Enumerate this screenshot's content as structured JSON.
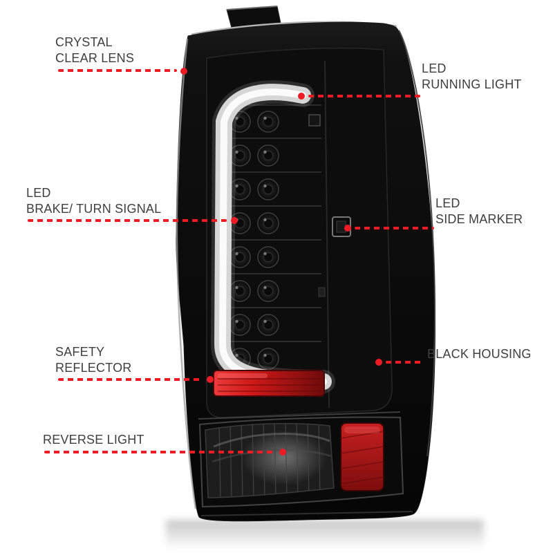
{
  "colors": {
    "accent": "#ed1c24",
    "label_text": "#3e3e3e",
    "housing_black": "#0c0c0c",
    "reflector_red": "#c01515"
  },
  "callouts": [
    {
      "id": "crystal-clear-lens",
      "side": "left",
      "lines": [
        "CRYSTAL",
        "CLEAR LENS"
      ]
    },
    {
      "id": "led-running-light",
      "side": "right",
      "lines": [
        "LED",
        "RUNNING LIGHT"
      ]
    },
    {
      "id": "led-brake-turn-signal",
      "side": "left",
      "lines": [
        "LED",
        "BRAKE/ TURN SIGNAL"
      ]
    },
    {
      "id": "led-side-marker",
      "side": "right",
      "lines": [
        "LED",
        "SIDE MARKER"
      ]
    },
    {
      "id": "safety-reflector",
      "side": "left",
      "lines": [
        "SAFETY",
        "REFLECTOR"
      ]
    },
    {
      "id": "black-housing",
      "side": "right",
      "lines": [
        "BLACK HOUSING"
      ]
    },
    {
      "id": "reverse-light",
      "side": "left",
      "lines": [
        "REVERSE LIGHT"
      ]
    }
  ]
}
